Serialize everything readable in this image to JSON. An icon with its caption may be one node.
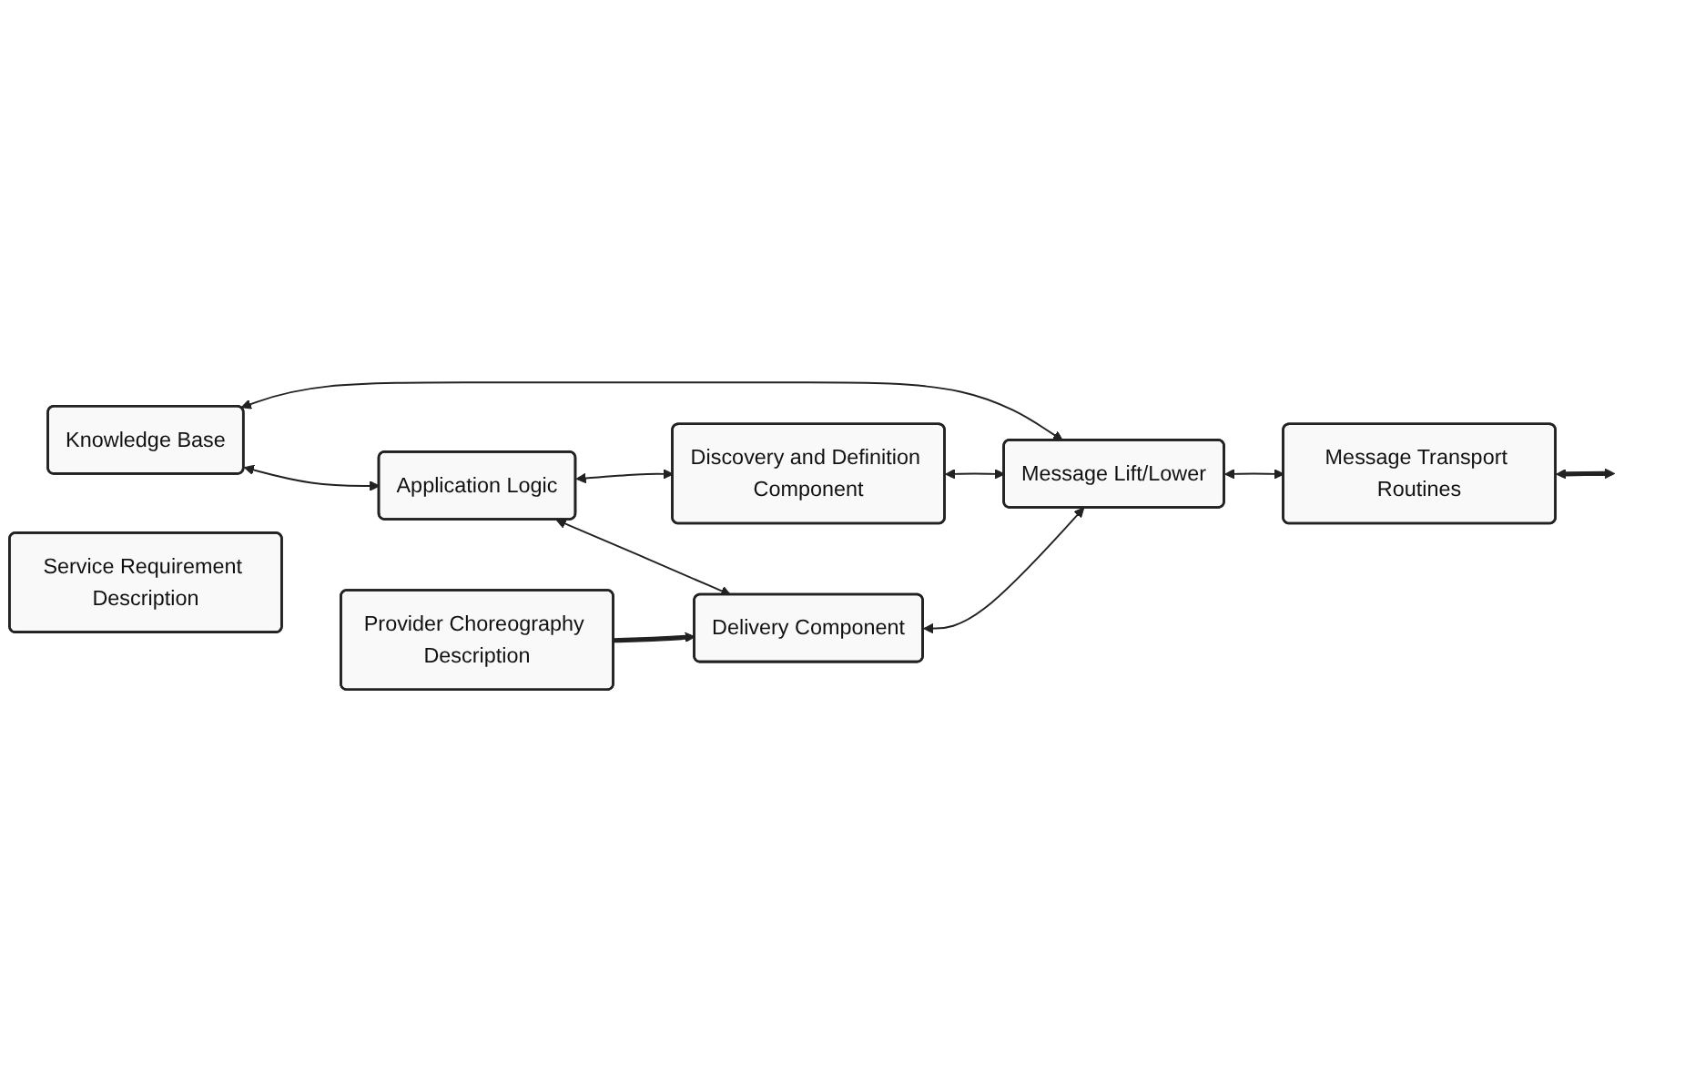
{
  "diagram": {
    "nodes": [
      {
        "text": [
          "Knowledge Base"
        ]
      },
      {
        "text": [
          "Application Logic"
        ]
      },
      {
        "text": [
          "Discovery and Definition Component"
        ]
      },
      {
        "text": [
          "Service Requirement Description"
        ]
      },
      {
        "text": [
          "Message Lift/Lower"
        ]
      },
      {
        "text": [
          "Message Transport Routines"
        ]
      },
      {
        "text": [
          "Delivery Component"
        ]
      },
      {
        "text": [
          "Provider Choreography Description"
        ]
      }
    ],
    "edges": [
      {
        "from": 0,
        "to": 1,
        "arrow": "both"
      },
      {
        "from": 0,
        "to": 4,
        "arrow": "both"
      },
      {
        "from": 1,
        "to": 2,
        "arrow": "both"
      },
      {
        "from": 2,
        "to": 4,
        "arrow": "both"
      },
      {
        "from": 1,
        "to": 6,
        "arrow": "both"
      },
      {
        "from": 6,
        "to": 4,
        "arrow": "both"
      },
      {
        "from": 4,
        "to": 5,
        "arrow": "both"
      },
      {
        "from": 7,
        "to": 6,
        "arrow": "to",
        "style": "thick"
      },
      {
        "from": 5,
        "to": null,
        "arrow": "both",
        "style": "thick"
      }
    ]
  }
}
